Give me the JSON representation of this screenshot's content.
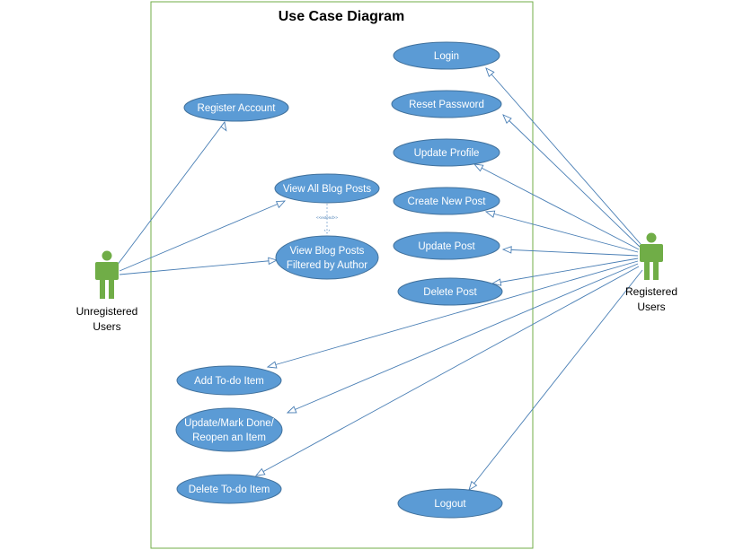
{
  "diagram": {
    "title": "Use Case Diagram",
    "colors": {
      "use_case_fill": "#5b9bd5",
      "use_case_border": "#41719c",
      "association_line": "#4a7fb5",
      "actor": "#70ad47",
      "boundary": "#70ad47"
    },
    "actors": {
      "unregistered": [
        "Unregistered",
        "Users"
      ],
      "registered": [
        "Registered",
        "Users"
      ]
    },
    "use_cases": {
      "login": [
        "Login"
      ],
      "reset_password": [
        "Reset Password"
      ],
      "update_profile": [
        "Update Profile"
      ],
      "create_new_post": [
        "Create New Post"
      ],
      "update_post": [
        "Update Post"
      ],
      "delete_post": [
        "Delete Post"
      ],
      "register_account": [
        "Register Account"
      ],
      "view_all_blog_posts": [
        "View All Blog Posts"
      ],
      "view_blog_posts_filtered": [
        "View Blog Posts",
        "Filtered by Author"
      ],
      "add_todo_item": [
        "Add To-do Item"
      ],
      "update_mark_done_reopen": [
        "Update/Mark Done/",
        "Reopen an Item"
      ],
      "delete_todo_item": [
        "Delete To-do Item"
      ],
      "logout": [
        "Logout"
      ]
    },
    "extend_label": "<<extend>>"
  }
}
